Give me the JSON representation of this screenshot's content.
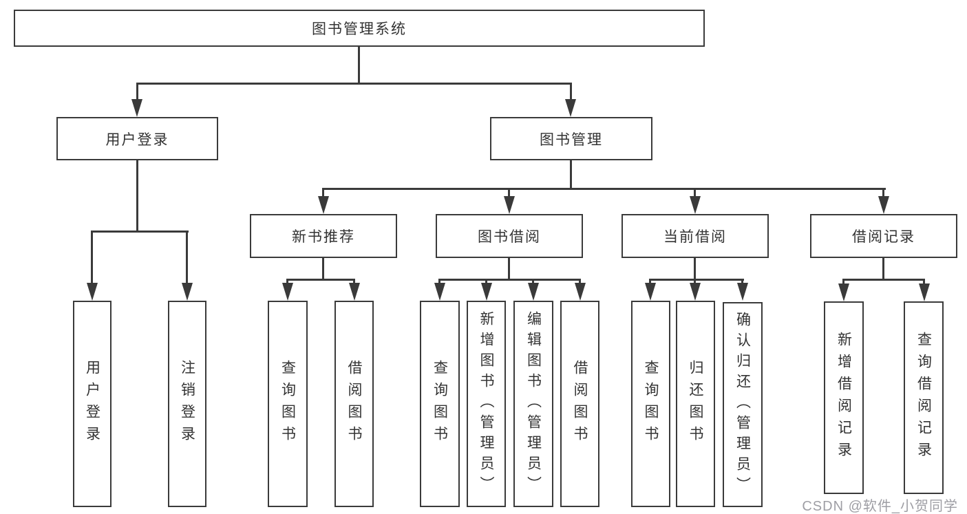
{
  "diagram": {
    "root": {
      "label": "图书管理系统"
    },
    "level2": [
      {
        "label": "用户登录"
      },
      {
        "label": "图书管理"
      }
    ],
    "level3": [
      {
        "label": "新书推荐"
      },
      {
        "label": "图书借阅"
      },
      {
        "label": "当前借阅"
      },
      {
        "label": "借阅记录"
      }
    ],
    "leaves": {
      "user_login": [
        {
          "label": "用户登录"
        },
        {
          "label": "注销登录"
        }
      ],
      "new_books": [
        {
          "label": "查询图书"
        },
        {
          "label": "借阅图书"
        }
      ],
      "book_borrow": [
        {
          "label": "查询图书"
        },
        {
          "label": "新增图书（管理员）"
        },
        {
          "label": "编辑图书（管理员）"
        },
        {
          "label": "借阅图书"
        }
      ],
      "current_borrow": [
        {
          "label": "查询图书"
        },
        {
          "label": "归还图书"
        },
        {
          "label": "确认归还（管理员）"
        }
      ],
      "borrow_records": [
        {
          "label": "新增借阅记录"
        },
        {
          "label": "查询借阅记录"
        }
      ]
    },
    "watermark": "CSDN @软件_小贺同学",
    "colors": {
      "line": "#3a3a3a",
      "text": "#333333",
      "watermark": "#9e9ea4",
      "background": "#ffffff"
    }
  }
}
